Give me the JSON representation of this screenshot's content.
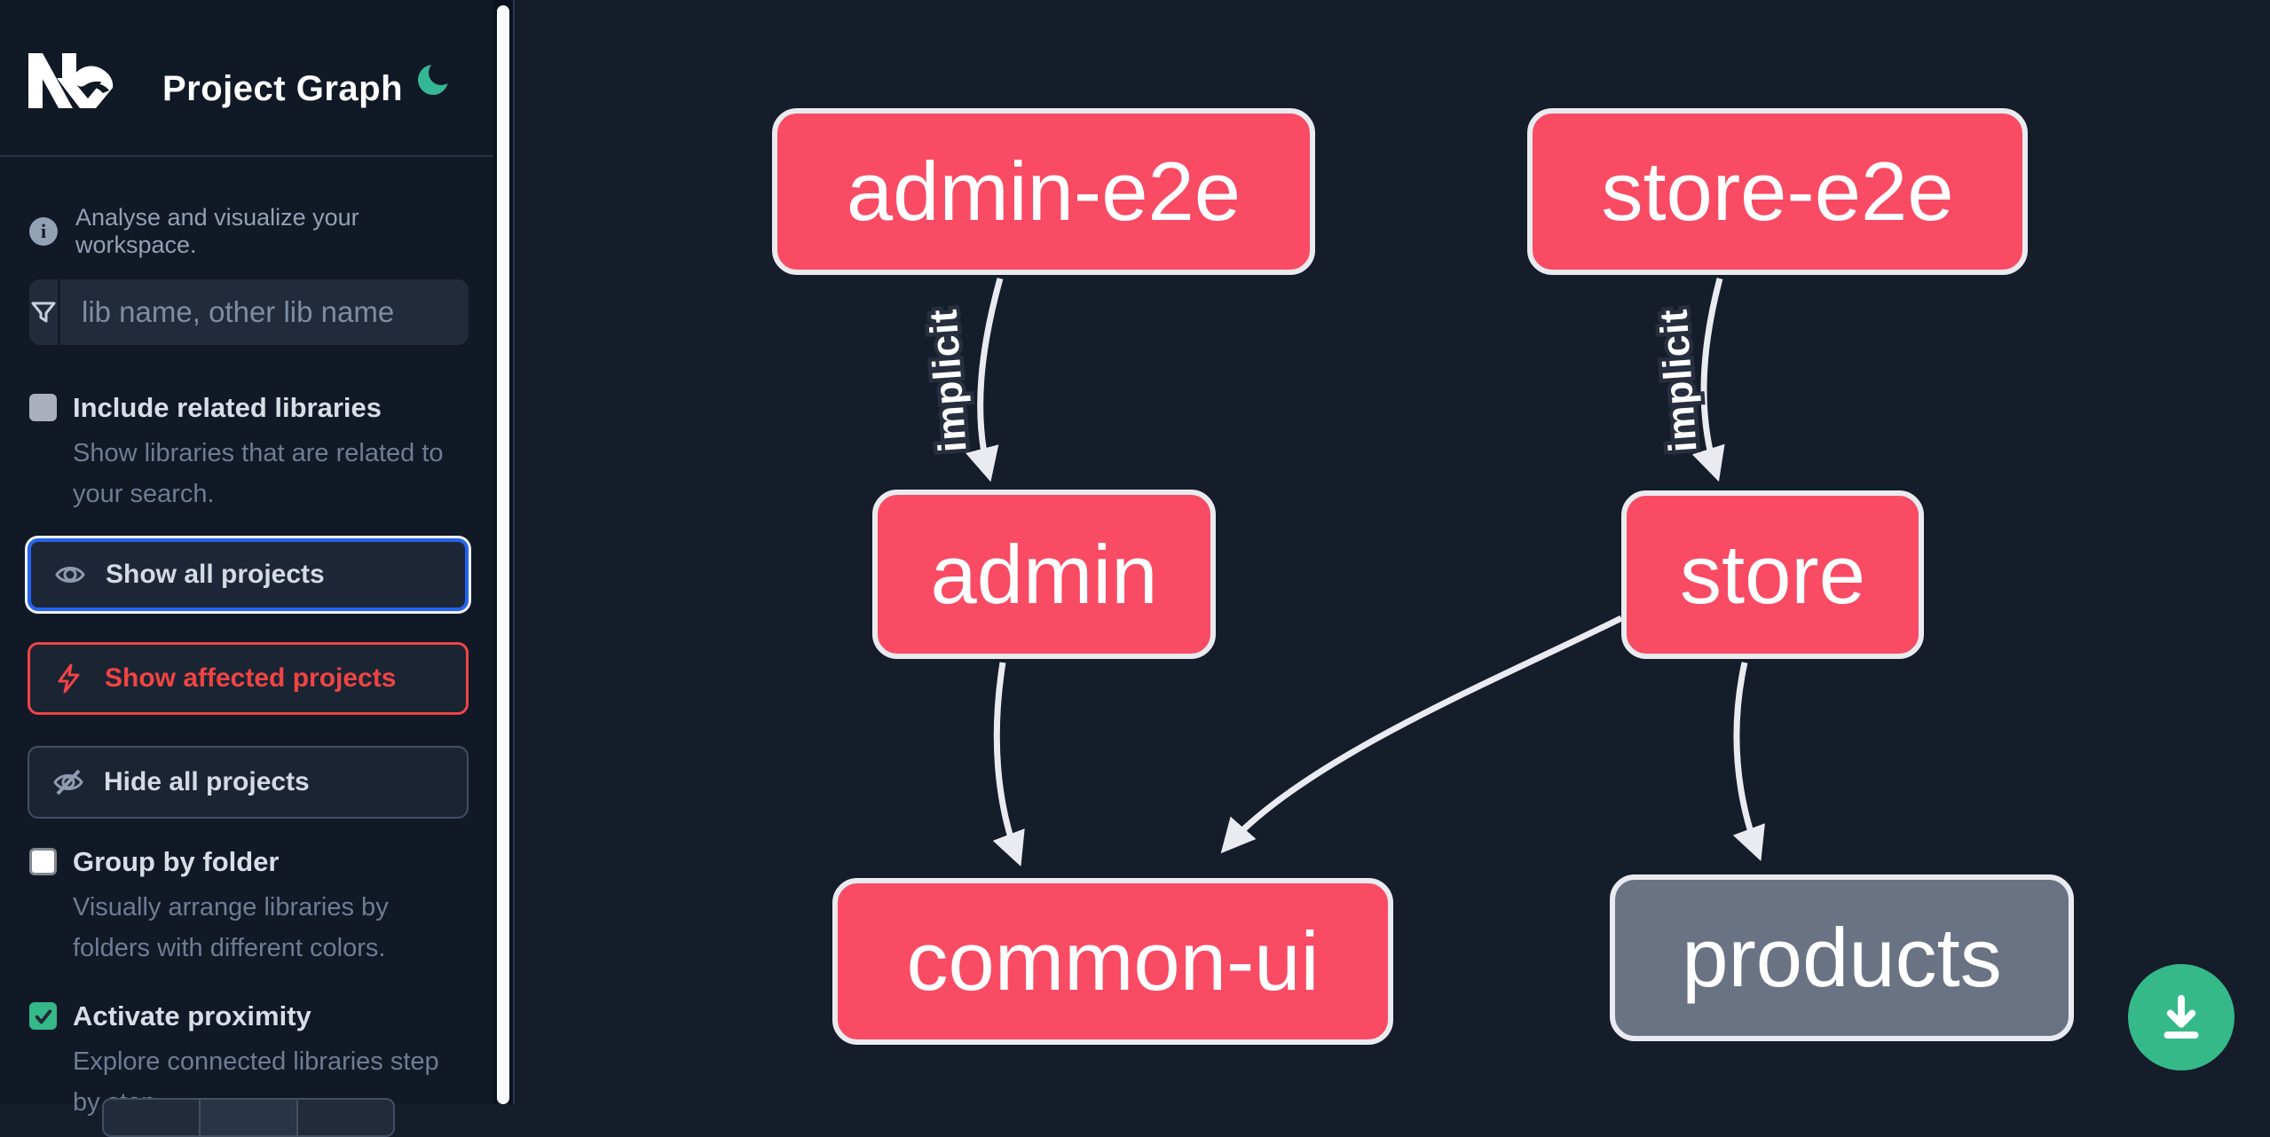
{
  "header": {
    "logo": "Nx",
    "title": "Project Graph",
    "theme_toggle_icon": "moon"
  },
  "sidebar": {
    "tagline": "Analyse and visualize your workspace.",
    "search": {
      "placeholder": "lib name, other lib name",
      "value": "",
      "icon": "funnel"
    },
    "checkboxes": [
      {
        "label": "Include related libraries",
        "description": "Show libraries that are related to your search.",
        "checked": false
      },
      {
        "label": "Group by folder",
        "description": "Visually arrange libraries by folders with different colors.",
        "checked": false
      },
      {
        "label": "Activate proximity",
        "description": "Explore connected libraries step by step.",
        "checked": true
      }
    ],
    "buttons": [
      {
        "label": "Show all projects",
        "icon": "eye",
        "state": "focused"
      },
      {
        "label": "Show affected projects",
        "icon": "bolt",
        "state": "affected"
      },
      {
        "label": "Hide all projects",
        "icon": "eye-off",
        "state": "default"
      }
    ]
  },
  "graph": {
    "nodes": [
      {
        "id": "admin-e2e",
        "label": "admin-e2e",
        "color": "#f94b64"
      },
      {
        "id": "store-e2e",
        "label": "store-e2e",
        "color": "#f94b64"
      },
      {
        "id": "admin",
        "label": "admin",
        "color": "#f94b64"
      },
      {
        "id": "store",
        "label": "store",
        "color": "#f94b64"
      },
      {
        "id": "common-ui",
        "label": "common-ui",
        "color": "#f94b64"
      },
      {
        "id": "products",
        "label": "products",
        "color": "#6a7384"
      }
    ],
    "edges": [
      {
        "from": "admin-e2e",
        "to": "admin",
        "label": "implicit"
      },
      {
        "from": "store-e2e",
        "to": "store",
        "label": "implicit"
      },
      {
        "from": "admin",
        "to": "common-ui",
        "label": ""
      },
      {
        "from": "store",
        "to": "common-ui",
        "label": ""
      },
      {
        "from": "store",
        "to": "products",
        "label": ""
      }
    ],
    "edge_label": "implicit"
  },
  "fab": {
    "icon": "download"
  },
  "colors": {
    "accent_blue": "#2563eb",
    "affected_red": "#ef4444",
    "node_pink": "#f94b64",
    "node_gray": "#6a7384",
    "green": "#35b989",
    "sidebar_bg": "#111826",
    "canvas_bg": "#151c2a",
    "edge": "#e9ebf0"
  }
}
